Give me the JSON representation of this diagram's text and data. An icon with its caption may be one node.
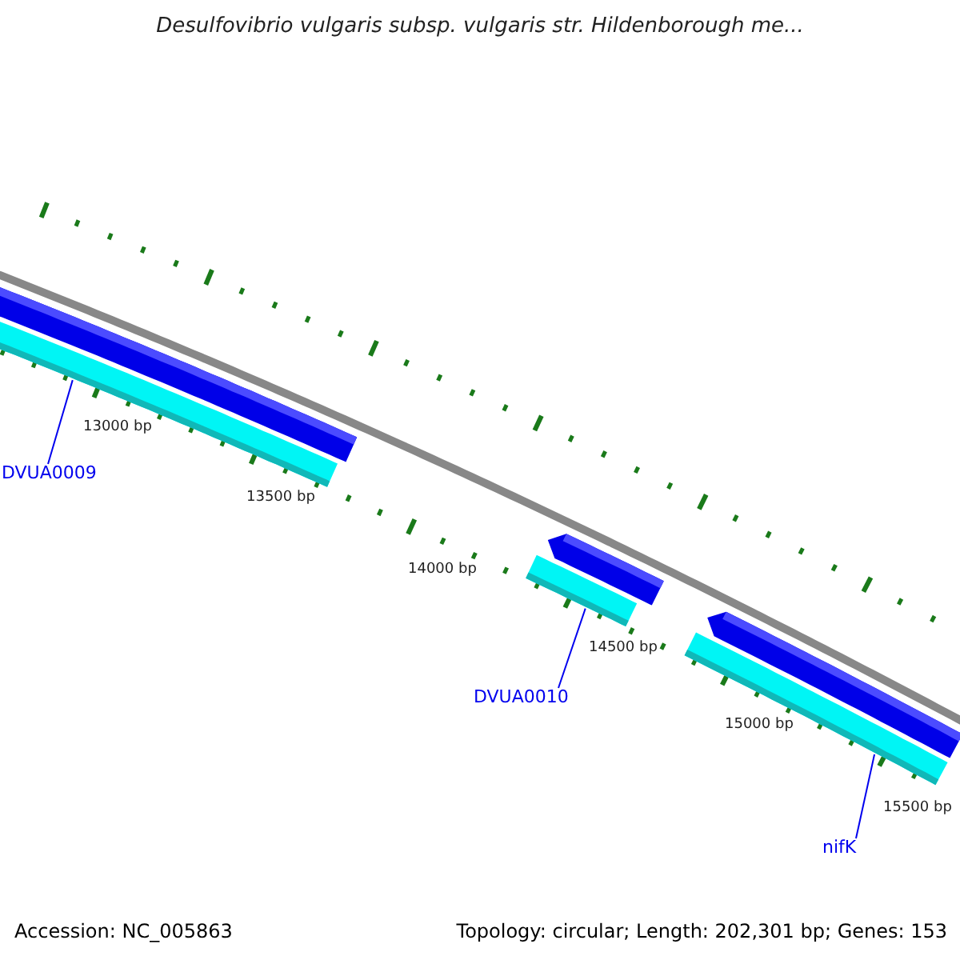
{
  "diagram": {
    "title": "Desulfovibrio vulgaris subsp. vulgaris str. Hildenborough me...",
    "nodes": [
      {
        "text": [
          "DVUA0009"
        ]
      },
      {
        "text": [],
        "shape": "bar"
      },
      {
        "text": [
          "DVUA0010"
        ]
      },
      {
        "text": [],
        "shape": "bar"
      },
      {
        "text": [
          "nifK"
        ]
      },
      {
        "text": [],
        "shape": "bar"
      }
    ],
    "edges": [
      {
        "from": 0,
        "to": 1,
        "arrow": "none"
      },
      {
        "from": 2,
        "to": 3,
        "arrow": "none"
      },
      {
        "from": 4,
        "to": 5,
        "arrow": "none"
      }
    ],
    "labels": [
      "13000 bp",
      "13500 bp",
      "14000 bp",
      "14500 bp",
      "15000 bp",
      "15500 bp",
      "Accession: NC_005863",
      "Topology: circular; Length: 202,301 bp; Genes: 153"
    ]
  }
}
